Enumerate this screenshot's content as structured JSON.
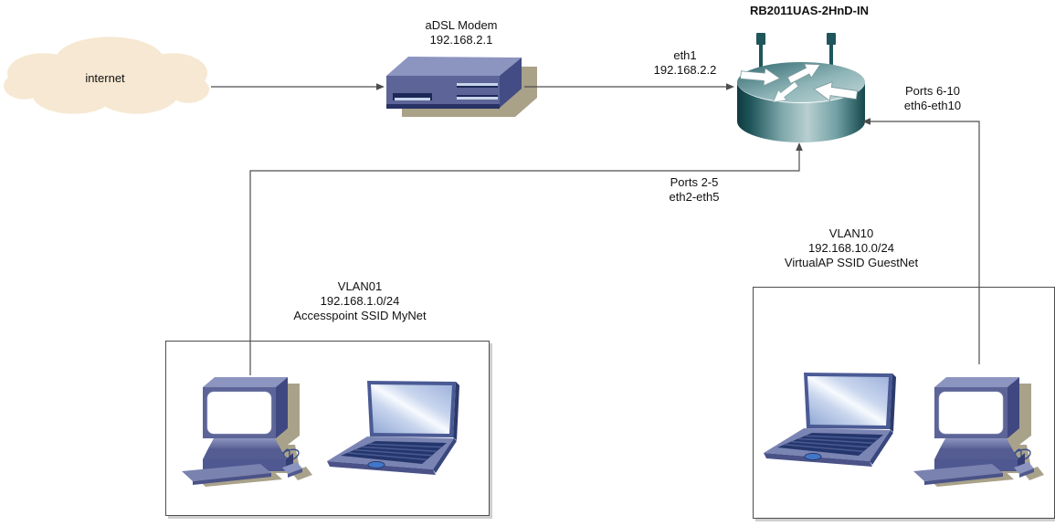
{
  "nodes": {
    "internet": {
      "label": "internet"
    },
    "modem": {
      "line1": "aDSL Modem",
      "line2": "192.168.2.1"
    },
    "router": {
      "title": "RB2011UAS-2HnD-IN"
    },
    "vlan01": {
      "line1": "VLAN01",
      "line2": "192.168.1.0/24",
      "line3": "Accesspoint SSID MyNet"
    },
    "vlan10": {
      "line1": "VLAN10",
      "line2": "192.168.10.0/24",
      "line3": "VirtualAP SSID GuestNet"
    }
  },
  "links": {
    "wan": {
      "line1": "eth1",
      "line2": "192.168.2.2"
    },
    "lan": {
      "line1": "Ports 2-5",
      "line2": "eth2-eth5"
    },
    "guest": {
      "line1": "Ports 6-10",
      "line2": "eth6-eth10"
    }
  },
  "icons": {
    "internet": "cloud-icon",
    "modem": "modem-box-icon",
    "router": "wireless-router-icon",
    "desktop": "desktop-computer-icon",
    "laptop": "laptop-icon",
    "mouse": "mouse-icon",
    "antenna": "antenna-icon"
  },
  "colors": {
    "background": "#FFFFFF",
    "cloud": "#F6E8D2",
    "device_blue_front": "#5D6598",
    "device_blue_top": "#8C94C0",
    "device_blue_dark": "#3F4880",
    "device_navy": "#24306B",
    "router_teal_dark": "#1C5358",
    "router_teal_light": "#B9D4D5",
    "shadow_tan": "#A9A28A",
    "connector": "#4D4D4D",
    "text": "#111111"
  }
}
